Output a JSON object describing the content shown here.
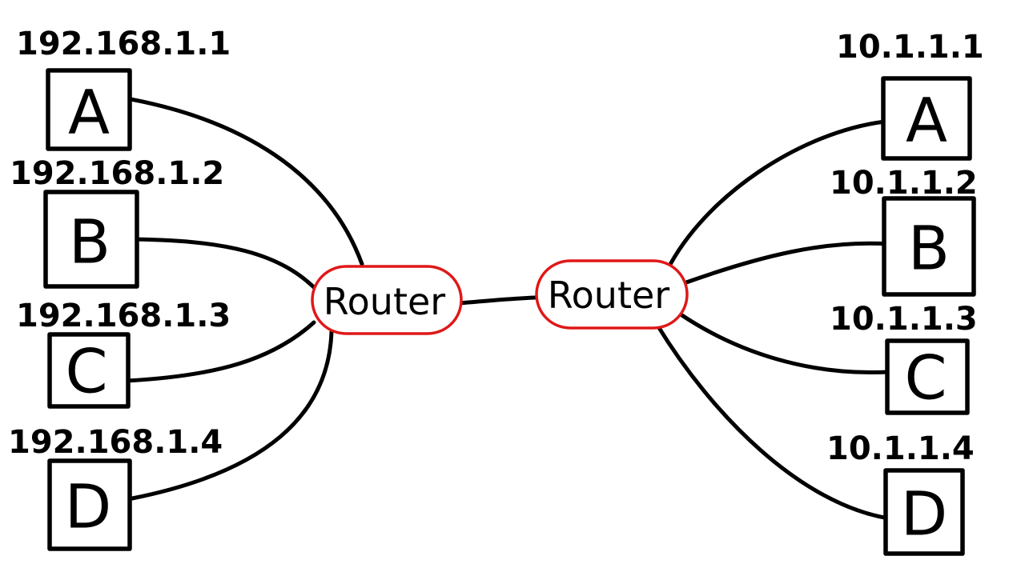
{
  "colors": {
    "ink": "#000000",
    "router_outline": "#e01818",
    "background": "#ffffff"
  },
  "routers": [
    {
      "id": "left",
      "label": "Router"
    },
    {
      "id": "right",
      "label": "Router"
    }
  ],
  "left_network": {
    "hosts": [
      {
        "letter": "A",
        "ip": "192.168.1.1"
      },
      {
        "letter": "B",
        "ip": "192.168.1.2"
      },
      {
        "letter": "C",
        "ip": "192.168.1.3"
      },
      {
        "letter": "D",
        "ip": "192.168.1.4"
      }
    ]
  },
  "right_network": {
    "hosts": [
      {
        "letter": "A",
        "ip": "10.1.1.1"
      },
      {
        "letter": "B",
        "ip": "10.1.1.2"
      },
      {
        "letter": "C",
        "ip": "10.1.1.3"
      },
      {
        "letter": "D",
        "ip": "10.1.1.4"
      }
    ]
  }
}
